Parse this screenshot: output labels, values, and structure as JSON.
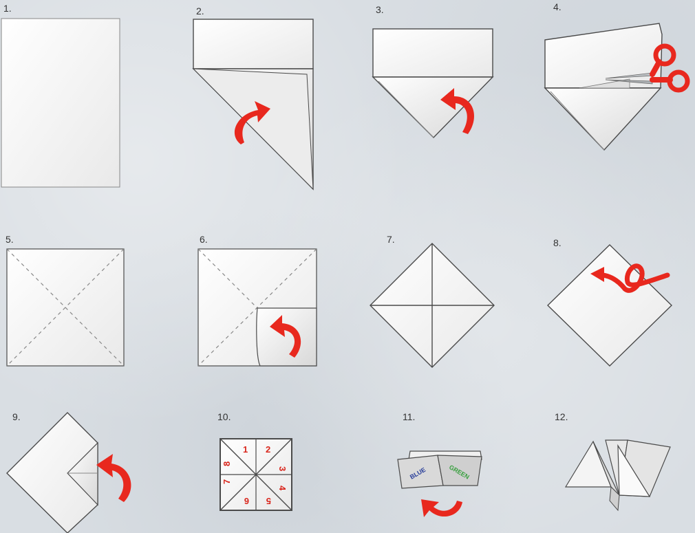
{
  "steps": [
    {
      "number": "1.",
      "icon": "blank-paper"
    },
    {
      "number": "2.",
      "icon": "fold-diagonal"
    },
    {
      "number": "3.",
      "icon": "fold-corner"
    },
    {
      "number": "4.",
      "icon": "cut-strip-scissors"
    },
    {
      "number": "5.",
      "icon": "unfold-square"
    },
    {
      "number": "6.",
      "icon": "fold-corner-in"
    },
    {
      "number": "7.",
      "icon": "folded-diamond"
    },
    {
      "number": "8.",
      "icon": "flip-over"
    },
    {
      "number": "9.",
      "icon": "fold-corner-again"
    },
    {
      "number": "10.",
      "icon": "numbered-flaps"
    },
    {
      "number": "11.",
      "icon": "colored-flaps"
    },
    {
      "number": "12.",
      "icon": "finished-fortune-teller"
    }
  ],
  "flap_numbers": [
    "1",
    "2",
    "3",
    "4",
    "5",
    "6",
    "7",
    "8"
  ],
  "flap_colors": [
    "BLUE",
    "GREEN"
  ],
  "colors": {
    "arrow": "#e8281e",
    "scissors": "#e8281e",
    "paper": "#f7f7f7",
    "outline": "#4a4a4a",
    "number_text": "#d9261c",
    "blue_text": "#2a3f9a",
    "green_text": "#3aa040"
  }
}
